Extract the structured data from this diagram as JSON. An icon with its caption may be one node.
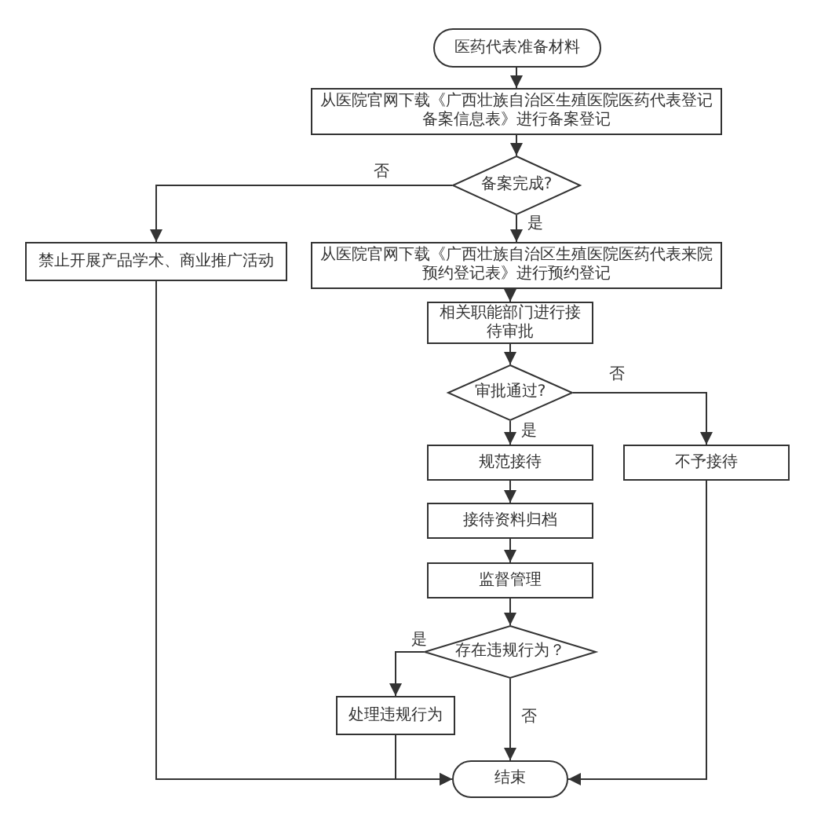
{
  "diagram": {
    "nodes": [
      {
        "text": [
          "医药代表准备材料"
        ]
      },
      {
        "text": [
          "从医院官网下载《广西壮族自治区生殖医院医药代表登记备案信息表》进行备案登记"
        ]
      },
      {
        "text": [
          "备案完成?"
        ]
      },
      {
        "text": [
          "禁止开展产品学术、商业推广活动"
        ]
      },
      {
        "text": [
          "从医院官网下载《广西壮族自治区生殖医院医药代表来院预约登记表》进行预约登记"
        ]
      },
      {
        "text": [
          "相关职能部门进行接待审批"
        ]
      },
      {
        "text": [
          "审批通过?"
        ]
      },
      {
        "text": [
          "规范接待"
        ]
      },
      {
        "text": [
          "不予接待"
        ]
      },
      {
        "text": [
          "接待资料归档"
        ]
      },
      {
        "text": [
          "监督管理"
        ]
      },
      {
        "text": [
          "存在违规行为？"
        ]
      },
      {
        "text": [
          "处理违规行为"
        ]
      },
      {
        "text": [
          "结束"
        ]
      }
    ],
    "edges": [
      {
        "from": 0,
        "to": 1,
        "arrow": "to"
      },
      {
        "from": 1,
        "to": 2,
        "arrow": "to"
      },
      {
        "from": 2,
        "to": 4,
        "arrow": "to",
        "label": "是"
      },
      {
        "from": 2,
        "to": 3,
        "arrow": "to",
        "label": "否"
      },
      {
        "from": 4,
        "to": 5,
        "arrow": "to"
      },
      {
        "from": 5,
        "to": 6,
        "arrow": "to"
      },
      {
        "from": 6,
        "to": 7,
        "arrow": "to",
        "label": "是"
      },
      {
        "from": 6,
        "to": 8,
        "arrow": "to",
        "label": "否"
      },
      {
        "from": 7,
        "to": 9,
        "arrow": "to"
      },
      {
        "from": 9,
        "to": 10,
        "arrow": "to"
      },
      {
        "from": 10,
        "to": 11,
        "arrow": "to"
      },
      {
        "from": 11,
        "to": 12,
        "arrow": "to",
        "label": "是"
      },
      {
        "from": 11,
        "to": 13,
        "arrow": "to",
        "label": "否"
      },
      {
        "from": 3,
        "to": 13,
        "arrow": "to"
      },
      {
        "from": 12,
        "to": 13,
        "arrow": "to"
      },
      {
        "from": 8,
        "to": 13,
        "arrow": "to"
      }
    ]
  }
}
